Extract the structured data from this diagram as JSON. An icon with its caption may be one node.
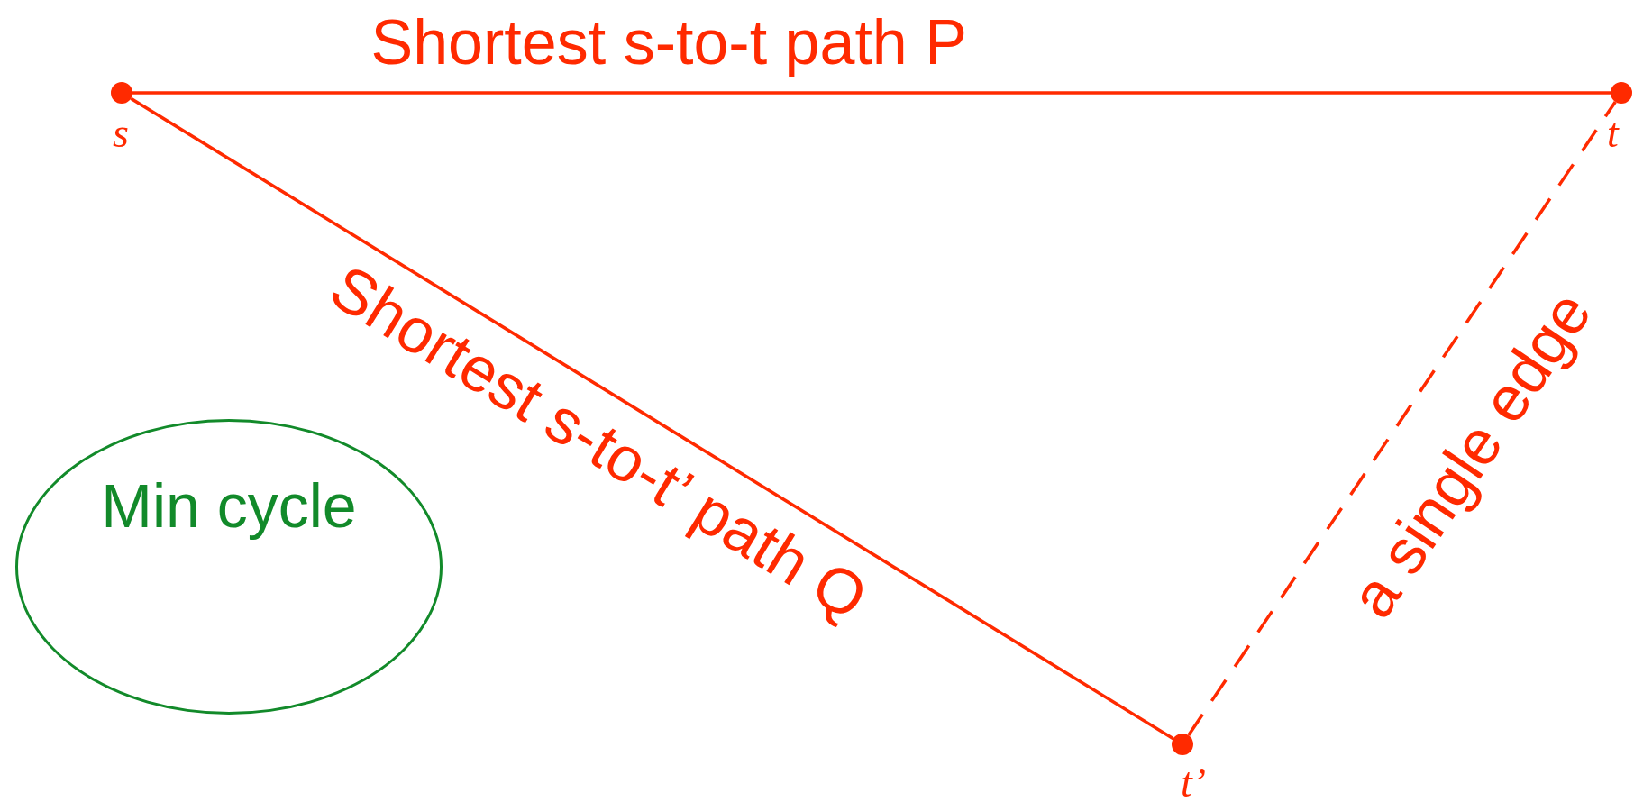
{
  "diagram": {
    "nodes": [
      {
        "text": [],
        "shape": "circle",
        "beside": [
          "s"
        ]
      },
      {
        "text": [],
        "shape": "circle",
        "beside": [
          "t"
        ]
      },
      {
        "text": [
          "Min cycle"
        ]
      },
      {
        "text": [],
        "shape": "circle",
        "beside": [
          "t’"
        ]
      }
    ],
    "edges": [
      {
        "from": 0,
        "to": 1,
        "arrow": "none",
        "label": "Shortest s-to-t path P"
      },
      {
        "from": 0,
        "to": 3,
        "arrow": "none",
        "label": "Shortest s-to-t’ path Q"
      },
      {
        "from": 3,
        "to": 1,
        "arrow": "none",
        "label": "a single edge",
        "style": "dashed"
      }
    ]
  }
}
